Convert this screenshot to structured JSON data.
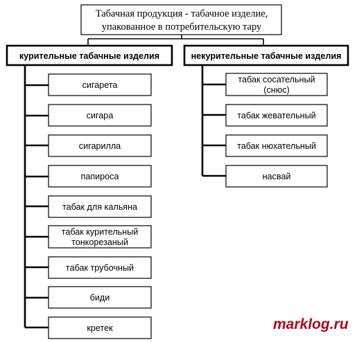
{
  "root": {
    "lines": [
      "Табачная продукция - табачное изделие,",
      "упакованное в потребительскую тару"
    ]
  },
  "categories": [
    {
      "label": "курительные табачные изделия",
      "items": [
        {
          "lines": [
            "сигарета"
          ]
        },
        {
          "lines": [
            "сигара"
          ]
        },
        {
          "lines": [
            "сигарилла"
          ]
        },
        {
          "lines": [
            "папироса"
          ]
        },
        {
          "lines": [
            "табак для кальяна"
          ]
        },
        {
          "lines": [
            "табак курительный",
            "тонкорезаный"
          ]
        },
        {
          "lines": [
            "табак трубочный"
          ]
        },
        {
          "lines": [
            "биди"
          ]
        },
        {
          "lines": [
            "кретек"
          ]
        }
      ]
    },
    {
      "label": "некурительные табачные изделия",
      "items": [
        {
          "lines": [
            "табак сосательный",
            "(снюс)"
          ]
        },
        {
          "lines": [
            "табак жевательный"
          ]
        },
        {
          "lines": [
            "табак нюхательный"
          ]
        },
        {
          "lines": [
            "насвай"
          ]
        }
      ]
    }
  ],
  "watermark": "marklog.ru"
}
